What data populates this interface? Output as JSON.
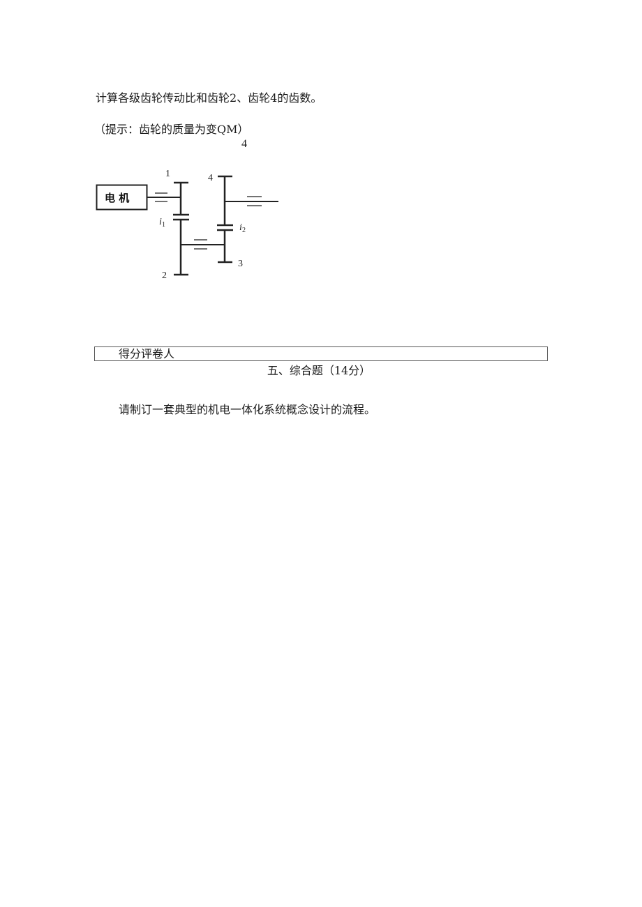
{
  "question": {
    "intro": "计算各级齿轮传动比和齿轮2、齿轮4的齿数。",
    "hint": "（提示：齿轮的质量为变QM）",
    "hint_subscript": "4"
  },
  "diagram": {
    "motor_label": "电 机",
    "gear_labels": {
      "g1": "1",
      "g2": "2",
      "g3": "3",
      "g4": "4"
    },
    "ratio_labels": {
      "i1": "i",
      "i1_sub": "1",
      "i2": "i",
      "i2_sub": "2"
    }
  },
  "score_table": {
    "label": "得分评卷人"
  },
  "section": {
    "title": "五、综合题（14分）",
    "task": "请制订一套典型的机电一体化系统概念设计的流程。"
  }
}
